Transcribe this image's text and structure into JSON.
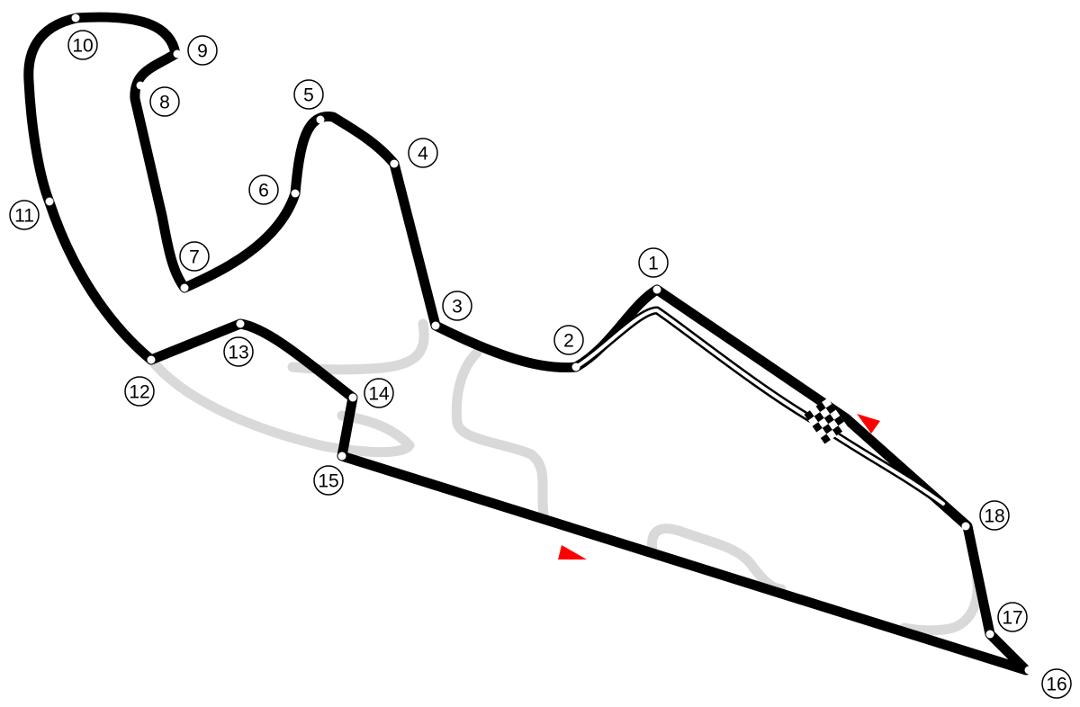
{
  "colors": {
    "track": "#000000",
    "unused_layout": "#d9d9d9",
    "direction_arrow": "#ff0000",
    "background": "#ffffff"
  },
  "turns": [
    {
      "number": "1"
    },
    {
      "number": "2"
    },
    {
      "number": "3"
    },
    {
      "number": "4"
    },
    {
      "number": "5"
    },
    {
      "number": "6"
    },
    {
      "number": "7"
    },
    {
      "number": "8"
    },
    {
      "number": "9"
    },
    {
      "number": "10"
    },
    {
      "number": "11"
    },
    {
      "number": "12"
    },
    {
      "number": "13"
    },
    {
      "number": "14"
    },
    {
      "number": "15"
    },
    {
      "number": "16"
    },
    {
      "number": "17"
    },
    {
      "number": "18"
    }
  ],
  "icons": {
    "start_finish": "checkered-flag-icon",
    "direction": "direction-arrow-icon"
  }
}
